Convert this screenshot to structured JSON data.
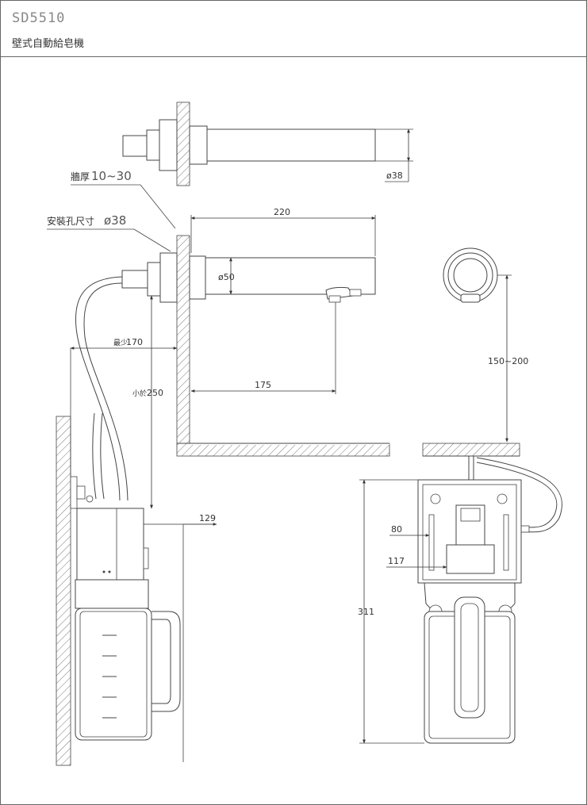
{
  "header": {
    "model": "SD5510",
    "product_name": "壁式自動給皂機"
  },
  "callouts": {
    "wall_thickness_label": "牆厚",
    "wall_thickness_value": "10~30",
    "hole_size_label": "安裝孔尺寸",
    "hole_size_value": "ø38"
  },
  "dimensions": {
    "pipe_dia_top": "ø38",
    "length_220": "220",
    "dia_50": "ø50",
    "min_170_prefix": "最少",
    "min_170_value": "170",
    "min_250_prefix": "小於",
    "min_250_value": "250",
    "spout_175": "175",
    "height_150_200": "150~200",
    "width_129": "129",
    "width_80": "80",
    "width_117": "117",
    "height_311": "311"
  }
}
